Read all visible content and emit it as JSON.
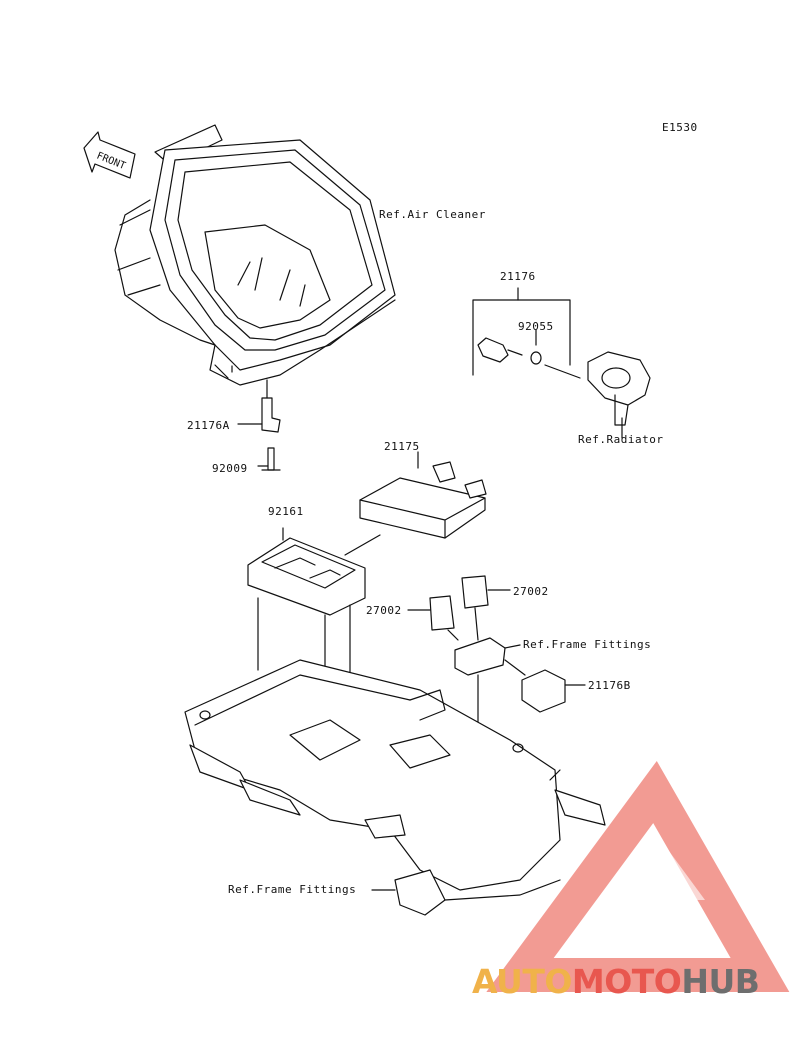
{
  "diagram_code": "E1530",
  "labels": {
    "front": "FRONT",
    "ref_air_cleaner": "Ref.Air Cleaner",
    "part_21176": "21176",
    "part_92055": "92055",
    "ref_radiator": "Ref.Radiator",
    "part_21176A": "21176A",
    "part_92009": "92009",
    "part_21175": "21175",
    "part_92161": "92161",
    "part_27002_right": "27002",
    "part_27002_left": "27002",
    "ref_frame_fittings_1": "Ref.Frame Fittings",
    "part_21176B": "21176B",
    "ref_frame_fittings_2": "Ref.Frame Fittings"
  },
  "watermark": {
    "auto": "AUTO",
    "moto": "MOTO",
    "hub": "HUB"
  },
  "colors": {
    "line": "#111111",
    "watermark_red": "#e8574f",
    "watermark_orange": "#f0b24a",
    "watermark_gray": "#6e6e6e"
  }
}
